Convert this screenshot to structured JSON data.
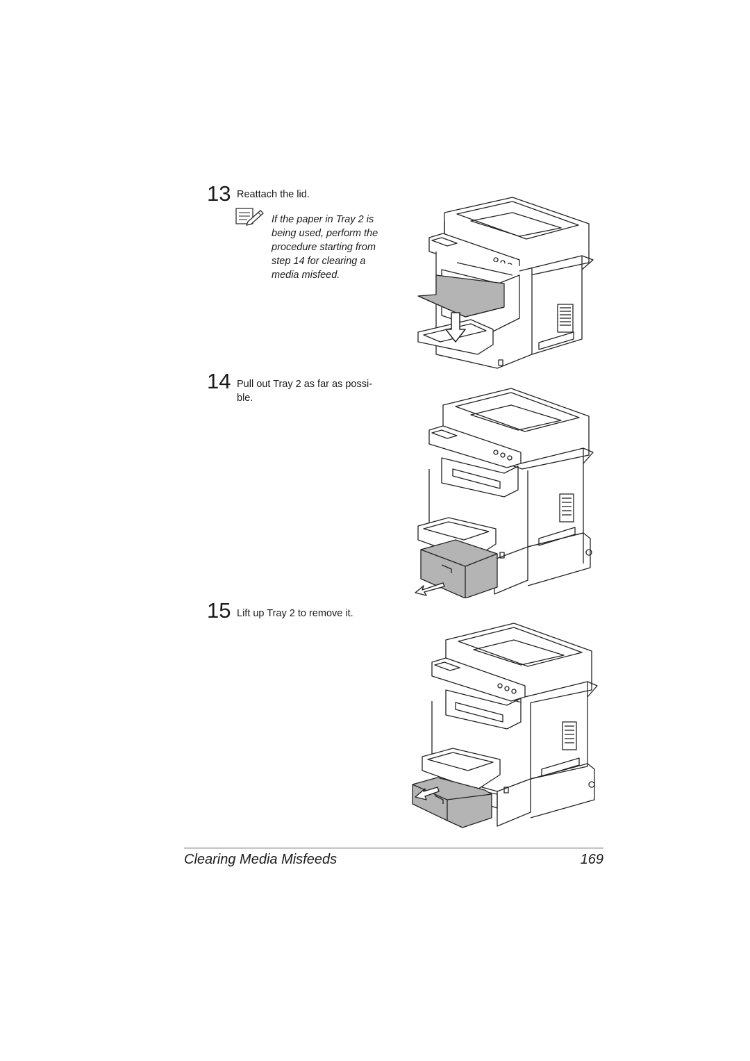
{
  "steps": [
    {
      "number": "13",
      "text": "Reattach the lid."
    },
    {
      "number": "14",
      "text_line1": "Pull out Tray 2 as far as possi-",
      "text_line2": "ble."
    },
    {
      "number": "15",
      "text": "Lift up Tray 2 to remove it."
    }
  ],
  "note": {
    "icon": "note-pencil-icon",
    "lines": [
      "If the paper in Tray 2 is",
      "being used, perform the",
      "procedure starting from",
      "step 14 for clearing a",
      "media misfeed."
    ]
  },
  "footer": {
    "title": "Clearing Media Misfeeds",
    "page_number": "169"
  },
  "colors": {
    "text": "#1a1a1a",
    "highlight_gray": "#b4b4b4",
    "line": "#222222"
  }
}
